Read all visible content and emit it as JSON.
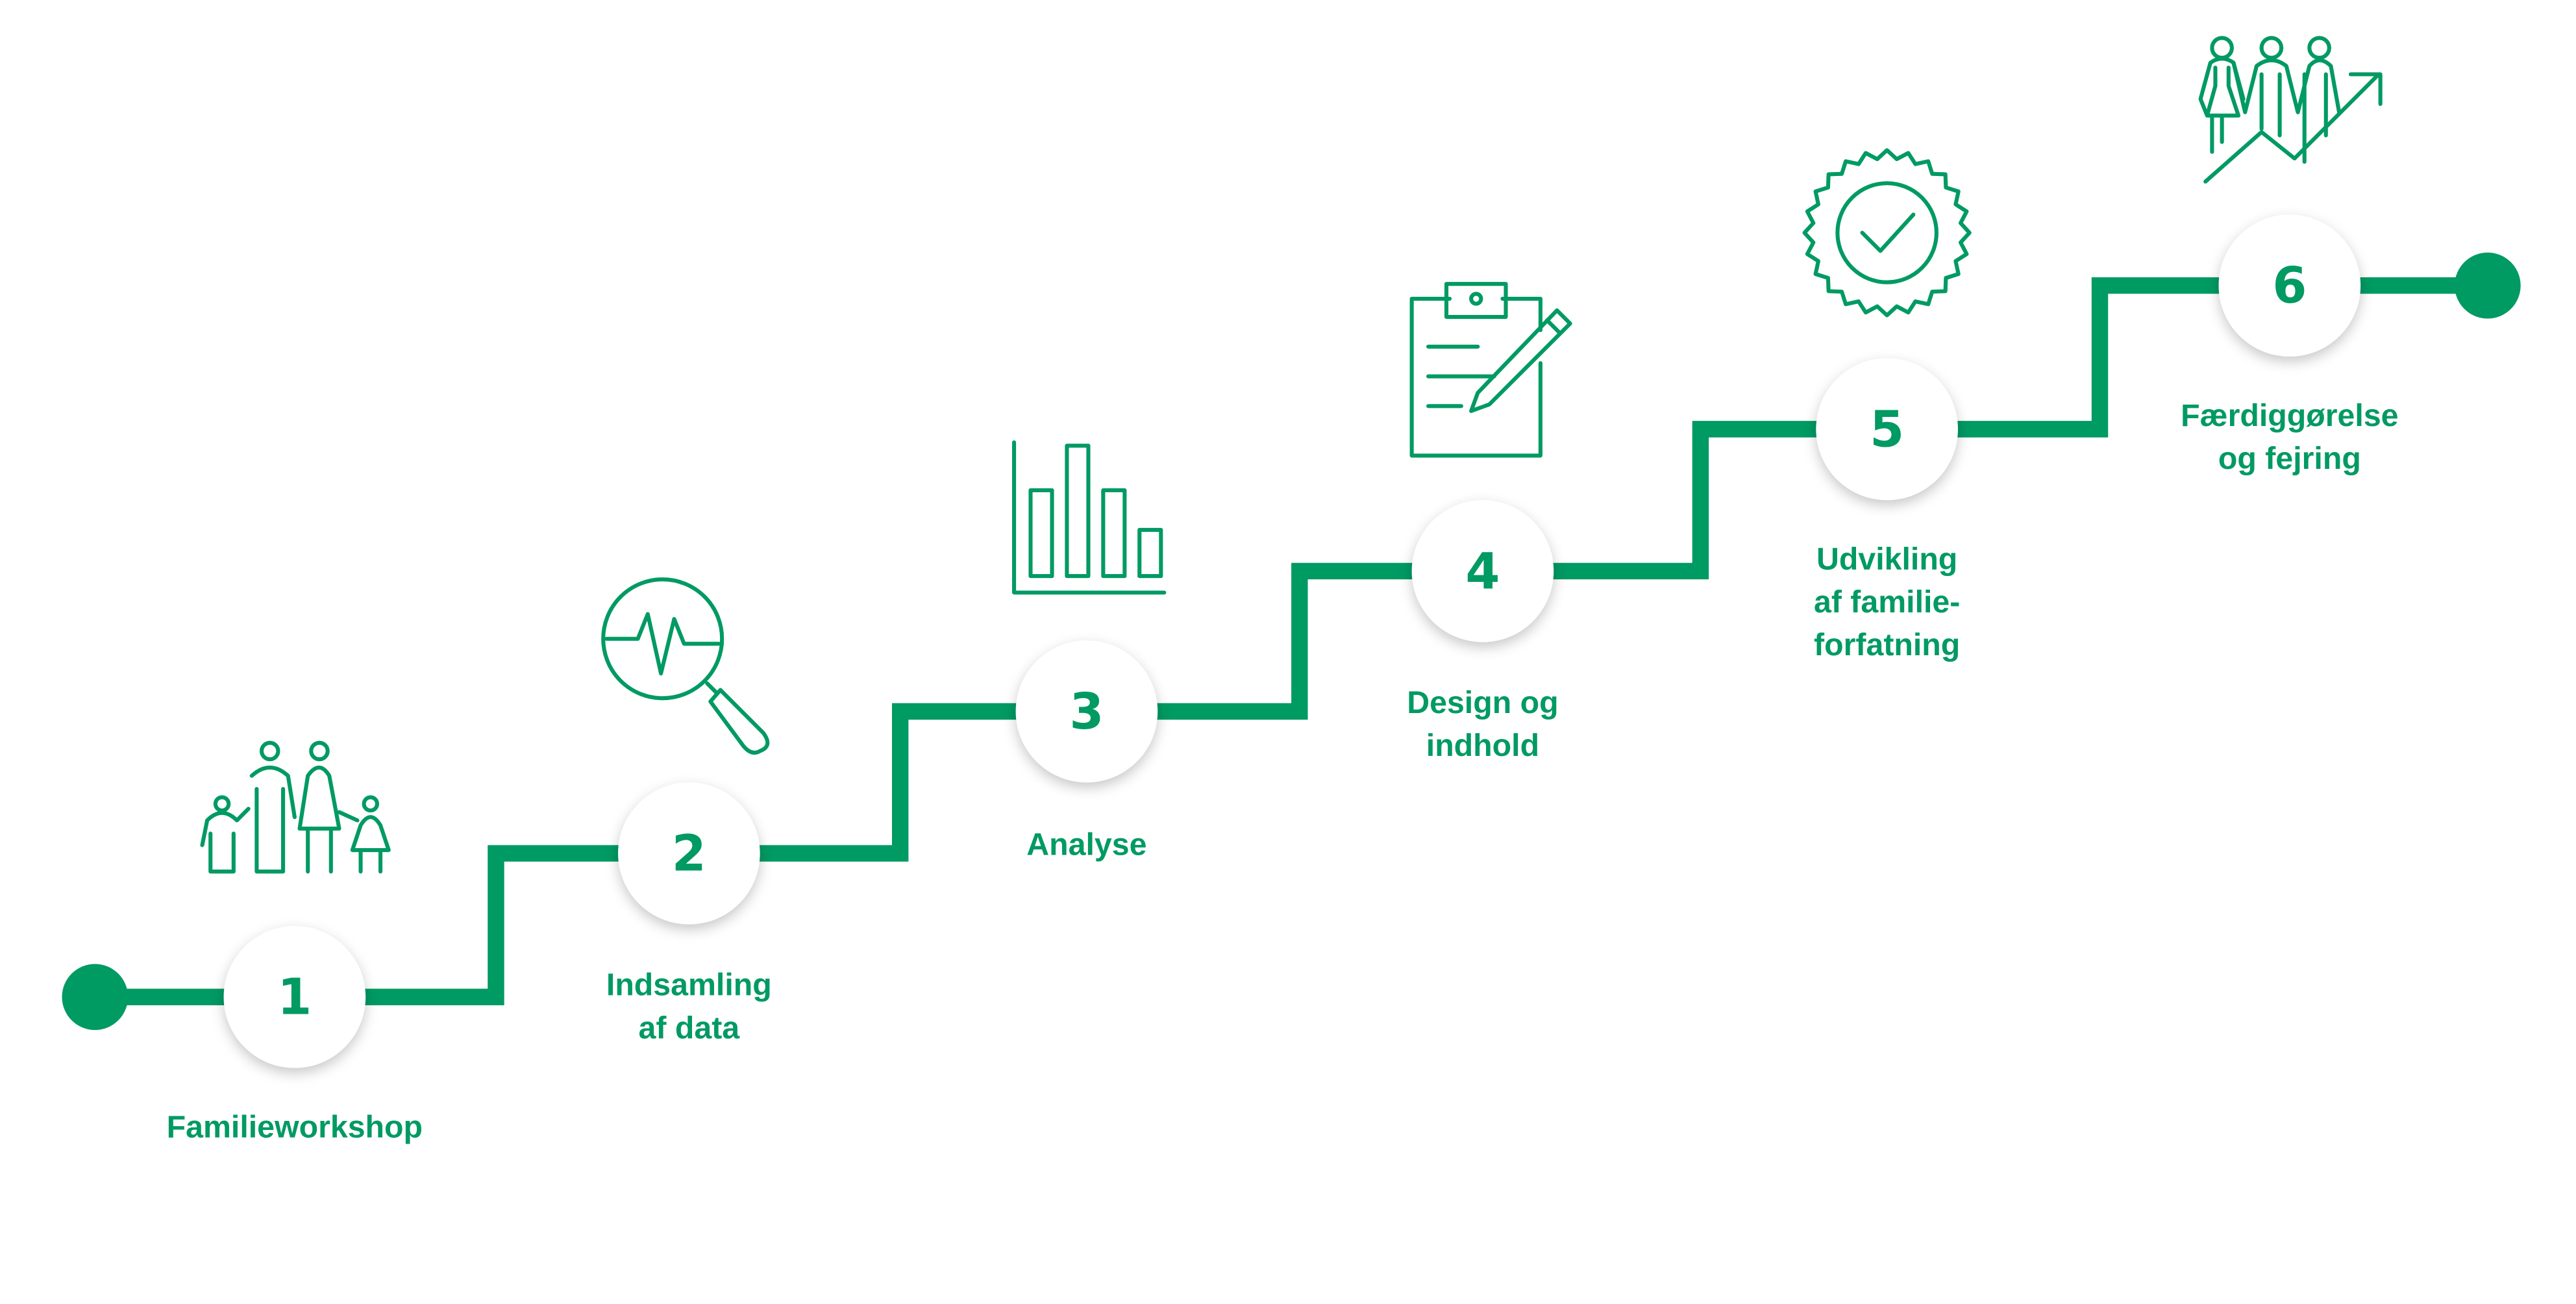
{
  "accent_color": "#009a63",
  "steps": [
    {
      "number": "1",
      "label_lines": [
        "Familieworkshop"
      ],
      "icon": "family-icon"
    },
    {
      "number": "2",
      "label_lines": [
        "Indsamling",
        "af data"
      ],
      "icon": "magnifier-pulse-icon"
    },
    {
      "number": "3",
      "label_lines": [
        "Analyse"
      ],
      "icon": "bar-chart-icon"
    },
    {
      "number": "4",
      "label_lines": [
        "Design og",
        "indhold"
      ],
      "icon": "clipboard-pencil-icon"
    },
    {
      "number": "5",
      "label_lines": [
        "Udvikling",
        "af familie-",
        "forfatning"
      ],
      "icon": "check-badge-icon"
    },
    {
      "number": "6",
      "label_lines": [
        "Færdiggørelse",
        "og fejring"
      ],
      "icon": "people-growth-icon"
    }
  ]
}
